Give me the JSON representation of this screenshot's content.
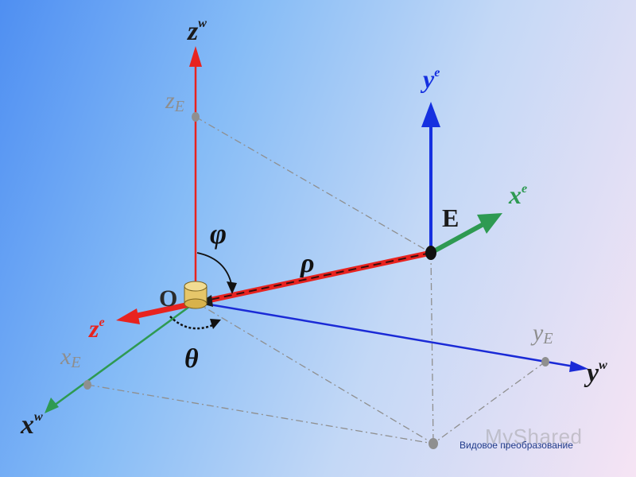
{
  "colors": {
    "world_z": "#e8231f",
    "world_y": "#1a2ad6",
    "world_x": "#2e9a52",
    "eye_y": "#1530e0",
    "eye_x": "#2e9a52",
    "eye_z": "#e8231f",
    "projection": "#909090",
    "text_dark": "#1b1b1b"
  },
  "labels": {
    "zw": "z",
    "zw_sup": "w",
    "yw": "y",
    "yw_sup": "w",
    "xw": "x",
    "xw_sup": "w",
    "ye": "y",
    "ye_sup": "e",
    "xe": "x",
    "xe_sup": "e",
    "ze": "z",
    "ze_sup": "e",
    "zE": "z",
    "zE_sub": "E",
    "yE": "y",
    "yE_sub": "E",
    "xE": "x",
    "xE_sub": "E",
    "origin": "O",
    "eye_point": "E",
    "phi": "φ",
    "rho": "ρ",
    "theta": "θ"
  },
  "caption": "Видовое преобразование",
  "watermark": "MyShared",
  "icons": {
    "watermark_logo": "myshared-logo-icon"
  }
}
